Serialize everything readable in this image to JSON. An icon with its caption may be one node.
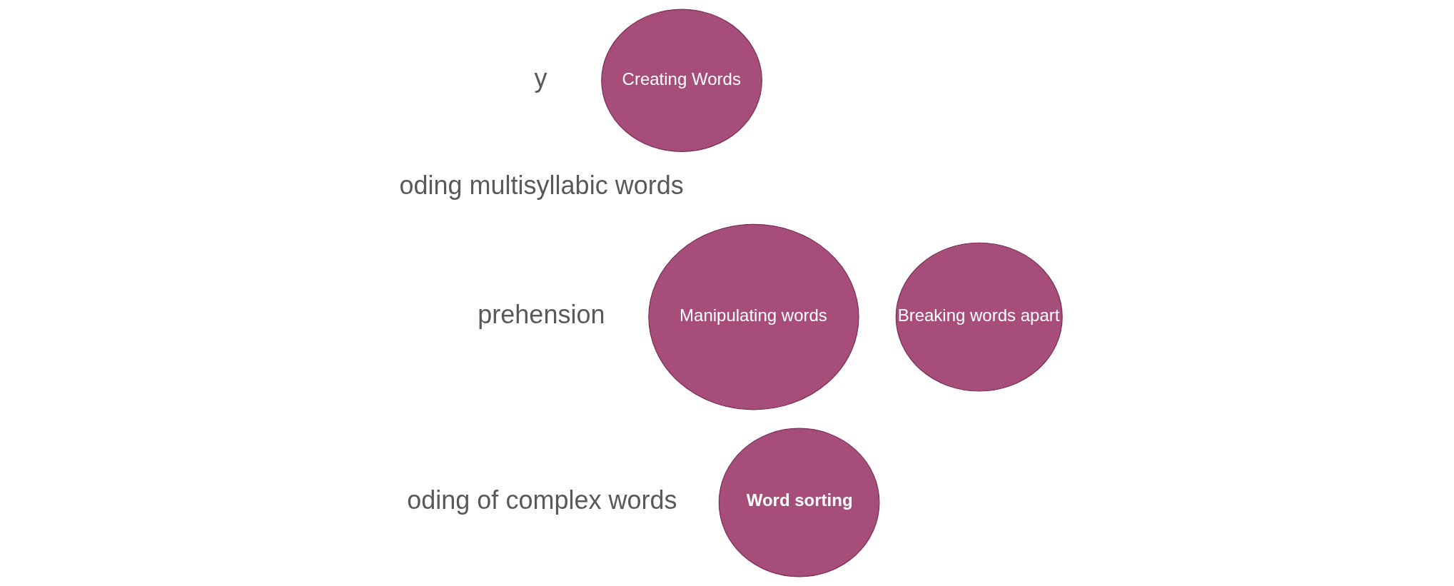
{
  "diagram": {
    "nodes": [
      {
        "text": [
          "Creating Words"
        ]
      },
      {
        "text": [
          "Manipulating words"
        ]
      },
      {
        "text": [
          "Breaking words apart"
        ]
      },
      {
        "text": [
          "Word sorting"
        ]
      }
    ],
    "edges": [],
    "labels": [
      "y",
      "oding multisyllabic words",
      "prehension",
      "oding of complex words"
    ]
  }
}
